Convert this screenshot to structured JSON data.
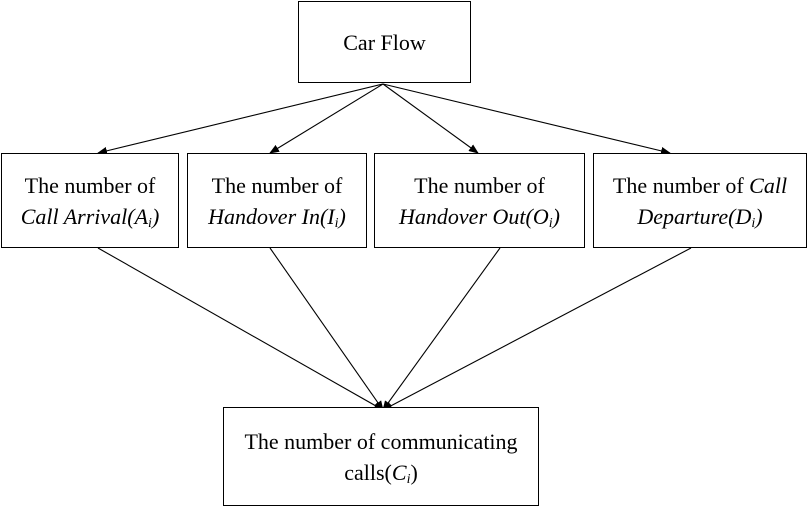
{
  "diagram": {
    "top_node": {
      "label": "Car Flow"
    },
    "middle_nodes": [
      {
        "prefix": "The number of",
        "italic_text": "Call Arrival(A",
        "subscript": "i",
        "suffix": ")"
      },
      {
        "prefix": "The number of",
        "italic_text": "Handover In(I",
        "subscript": "i",
        "suffix": ")"
      },
      {
        "prefix": "The number of",
        "italic_text": "Handover Out(O",
        "subscript": "i",
        "suffix": ")"
      },
      {
        "prefix": "The number of",
        "italic_first": "Call",
        "italic_text": "Departure(D",
        "subscript": "i",
        "suffix": ")"
      }
    ],
    "bottom_node": {
      "line1": "The number of communicating",
      "line2_prefix": "calls(",
      "line2_italic": "C",
      "subscript": "i",
      "line2_suffix": ")"
    },
    "colors": {
      "stroke": "#000000",
      "background": "#ffffff"
    }
  }
}
